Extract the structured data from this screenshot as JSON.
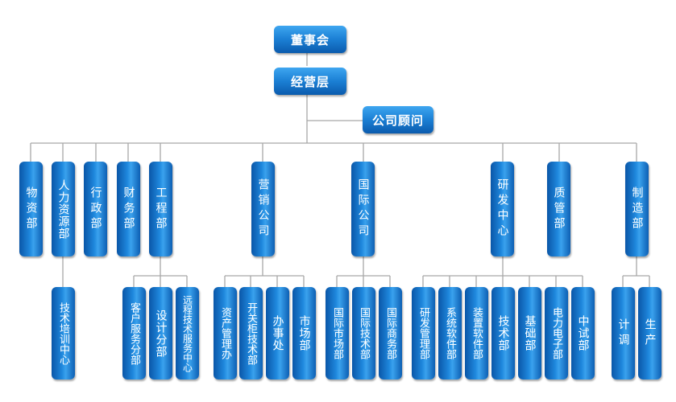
{
  "top": {
    "board": "董事会",
    "management": "经营层",
    "advisor": "公司顾问"
  },
  "departments": {
    "wuzi": "物资部",
    "renli": "人力资源部",
    "xingzheng": "行政部",
    "caiwu": "财务部",
    "gongcheng": "工程部",
    "yingxiao": "营销公司",
    "guoji": "国际公司",
    "yanfa": "研发中心",
    "zhiguan": "质管部",
    "zhizao": "制造部"
  },
  "sub_units": {
    "peixun": "技术培训中心",
    "kehu": "客户服务分部",
    "sheji": "设计分部",
    "yuancheng": "远程技术服务中心",
    "zichan": "资产管理办",
    "kaiguangui": "开关柜技术部",
    "banshichu": "办事处",
    "shichang": "市场部",
    "guoji_shichang": "国际市场部",
    "guoji_jishu": "国际技术部",
    "guoji_shangwu": "国际商务部",
    "yanfa_guanli": "研发管理部",
    "xitong": "系统软件部",
    "zhuangzhi": "装置软件部",
    "jishu": "技术部",
    "jichu": "基础部",
    "dianli": "电力电子部",
    "zhongshi": "中试部",
    "jidiao": "计调",
    "shengchan": "生产"
  }
}
